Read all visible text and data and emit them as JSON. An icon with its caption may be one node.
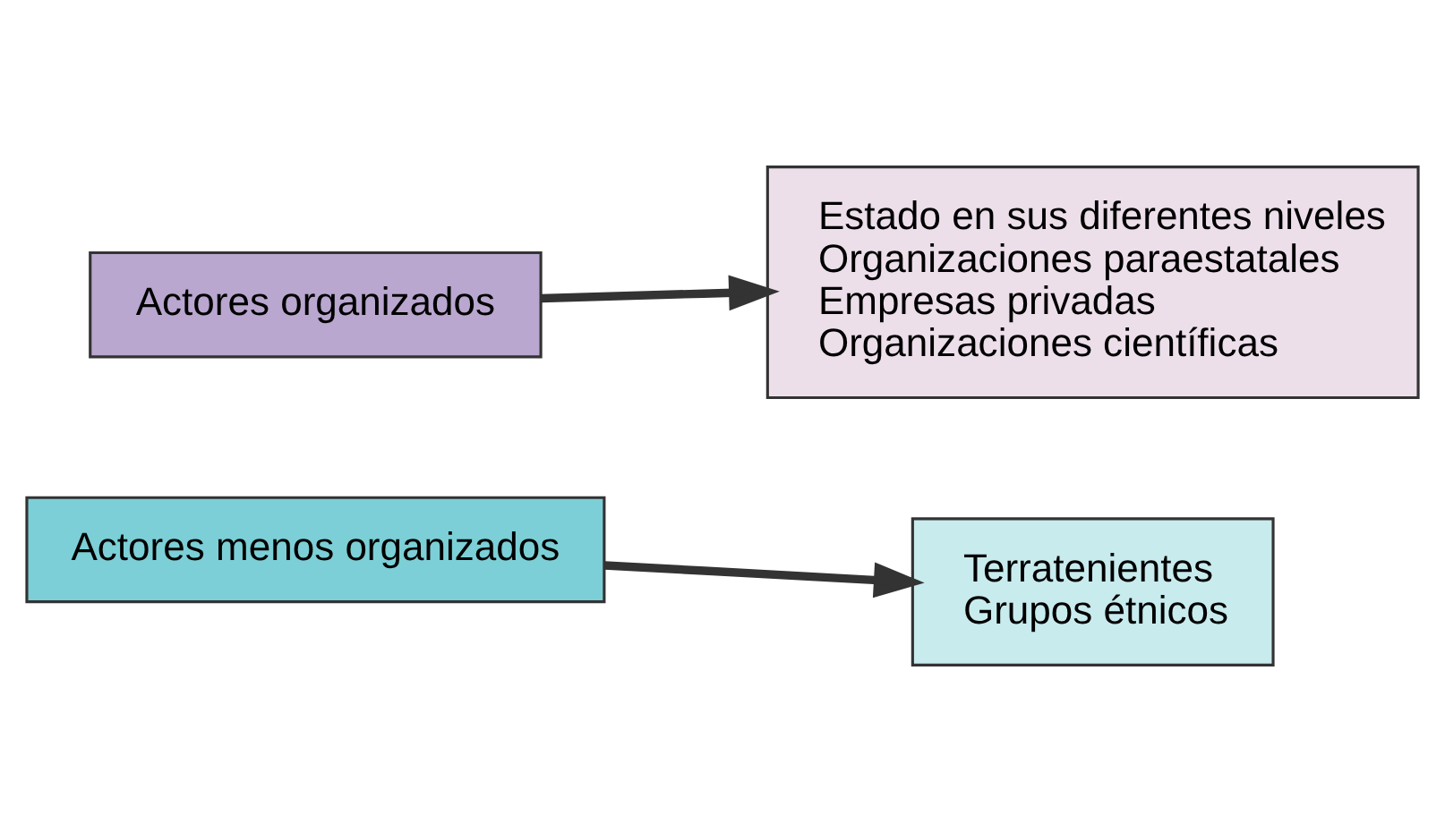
{
  "diagram": {
    "nodes": [
      {
        "text": [
          "Actores organizados"
        ]
      },
      {
        "text": [
          "Estado en sus diferentes niveles",
          "Organizaciones paraestatales",
          "Empresas privadas",
          "Organizaciones científicas"
        ]
      },
      {
        "text": [
          "Actores menos organizados"
        ]
      },
      {
        "text": [
          "Terratenientes",
          "Grupos étnicos"
        ]
      }
    ],
    "edges": [
      {
        "from": 0,
        "to": 1,
        "arrow": "to"
      },
      {
        "from": 2,
        "to": 3,
        "arrow": "to"
      }
    ]
  }
}
